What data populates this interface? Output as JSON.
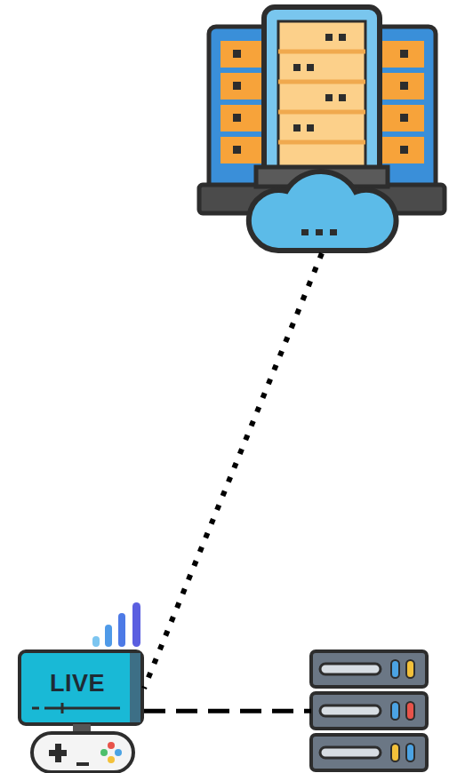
{
  "diagram": {
    "nodes": [
      {
        "text": []
      },
      {
        "text": [
          "LIVE"
        ]
      },
      {
        "text": []
      }
    ],
    "edges": [
      {
        "from": 0,
        "to": 1,
        "arrow": "none"
      },
      {
        "from": 1,
        "to": 2,
        "arrow": "none"
      }
    ]
  }
}
